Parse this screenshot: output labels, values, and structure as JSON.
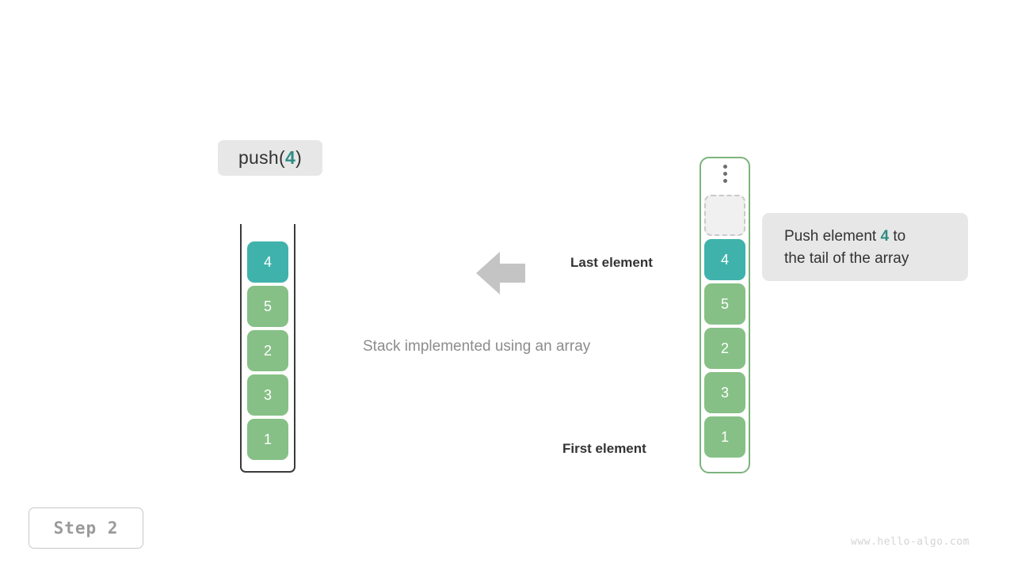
{
  "operation": {
    "prefix": "push(",
    "argument": "4",
    "suffix": ")"
  },
  "stack": {
    "title": "Stack implemented using an array",
    "cells": [
      {
        "value": "4",
        "style": "teal"
      },
      {
        "value": "5",
        "style": "green"
      },
      {
        "value": "2",
        "style": "green"
      },
      {
        "value": "3",
        "style": "green"
      },
      {
        "value": "1",
        "style": "green"
      }
    ]
  },
  "array": {
    "ellipsis": "vertical-ellipsis-icon",
    "empty_slot_label": "",
    "cells": [
      {
        "value": "4",
        "style": "teal"
      },
      {
        "value": "5",
        "style": "green"
      },
      {
        "value": "2",
        "style": "green"
      },
      {
        "value": "3",
        "style": "green"
      },
      {
        "value": "1",
        "style": "green"
      }
    ]
  },
  "annotations": {
    "last_element": "Last element",
    "first_element": "First element",
    "arrow": "left-arrow-icon"
  },
  "callout": {
    "line1_pre": "Push element ",
    "line1_accent": "4",
    "line1_post": " to",
    "line2": "the tail of the array"
  },
  "footer": {
    "step": "Step 2",
    "watermark": "www.hello-algo.com"
  },
  "colors": {
    "teal": "#40b2ac",
    "green": "#86c086",
    "accent_text": "#2e8b84",
    "array_border": "#7cb37c",
    "stack_border": "#3b3b3b",
    "chip_bg": "#e7e7e7",
    "arrow": "#c4c4c4",
    "caption_text": "#8c8c8c"
  }
}
